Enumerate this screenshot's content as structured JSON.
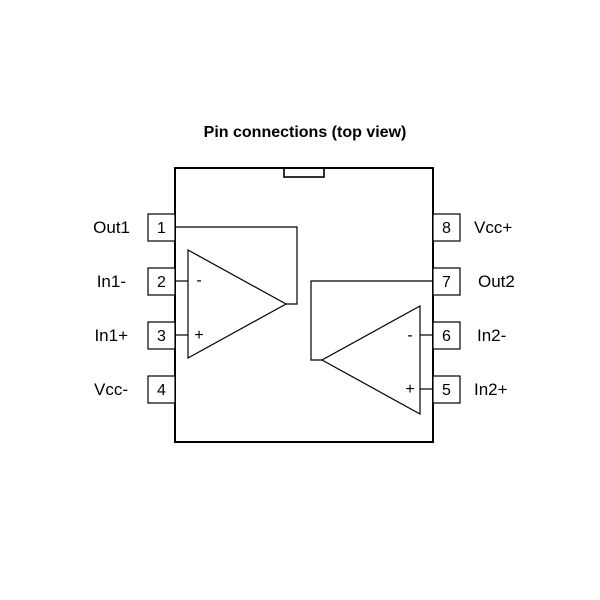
{
  "title": "Pin connections (top view)",
  "pins": [
    {
      "number": "1",
      "label": "Out1"
    },
    {
      "number": "2",
      "label": "In1-"
    },
    {
      "number": "3",
      "label": "In1+"
    },
    {
      "number": "4",
      "label": "Vcc-"
    },
    {
      "number": "5",
      "label": "In2+"
    },
    {
      "number": "6",
      "label": "In2-"
    },
    {
      "number": "7",
      "label": "Out2"
    },
    {
      "number": "8",
      "label": "Vcc+"
    }
  ],
  "opamp1": {
    "inv_sign": "-",
    "noninv_sign": "+"
  },
  "opamp2": {
    "inv_sign": "-",
    "noninv_sign": "+"
  }
}
